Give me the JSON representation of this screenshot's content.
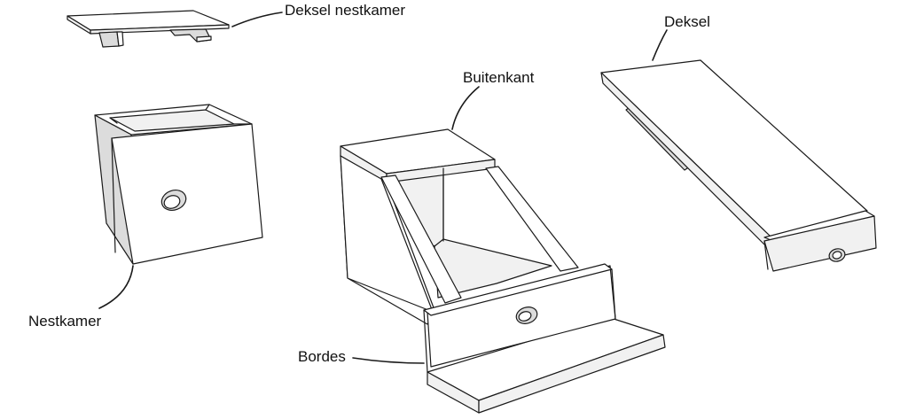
{
  "labels": {
    "deksel_nestkamer": "Deksel nestkamer",
    "deksel": "Deksel",
    "buitenkant": "Buitenkant",
    "nestkamer": "Nestkamer",
    "bordes": "Bordes"
  }
}
